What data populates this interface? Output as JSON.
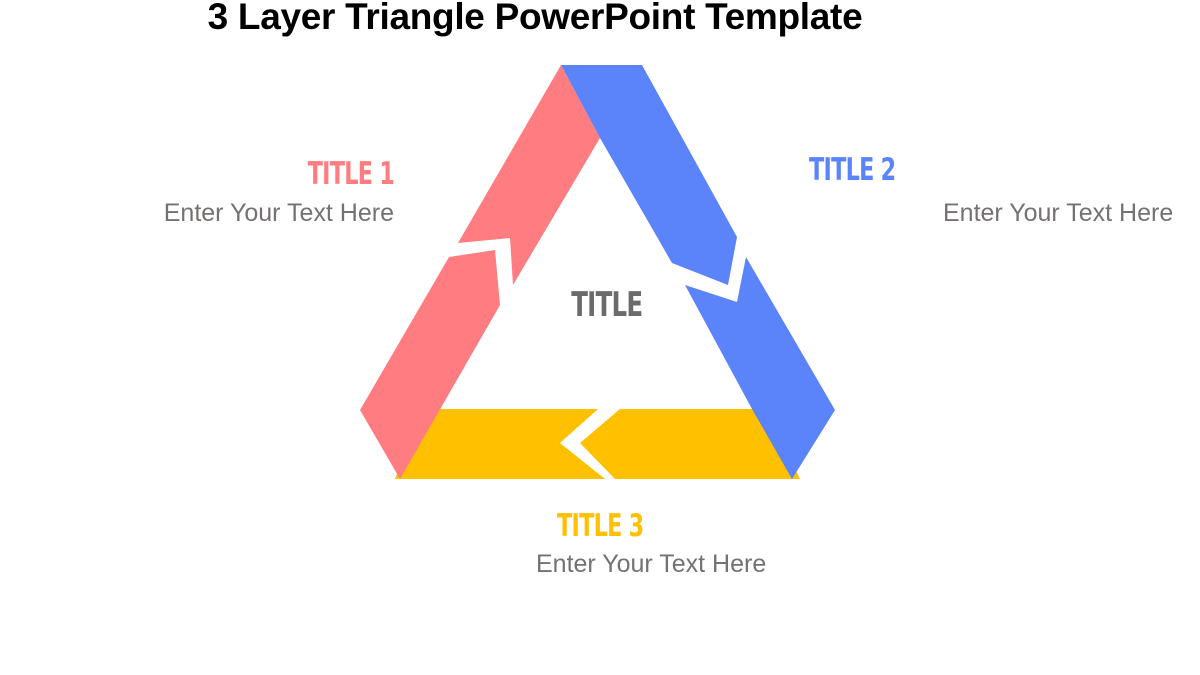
{
  "page": {
    "title": "3 Layer Triangle PowerPoint Template"
  },
  "diagram": {
    "center_title": "TITLE",
    "segments": [
      {
        "id": "segment-1",
        "title": "TITLE 1",
        "text": "Enter Your Text Here",
        "color": "#FF7C80",
        "arrow_direction": "up"
      },
      {
        "id": "segment-2",
        "title": "TITLE 2",
        "text": "Enter Your Text Here",
        "color": "#5B83FA",
        "arrow_direction": "down-right"
      },
      {
        "id": "segment-3",
        "title": "TITLE 3",
        "text": "Enter Your Text Here",
        "color": "#FFC000",
        "arrow_direction": "left"
      }
    ],
    "text_color": "#767171",
    "center_title_color": "#6B6B6B"
  }
}
